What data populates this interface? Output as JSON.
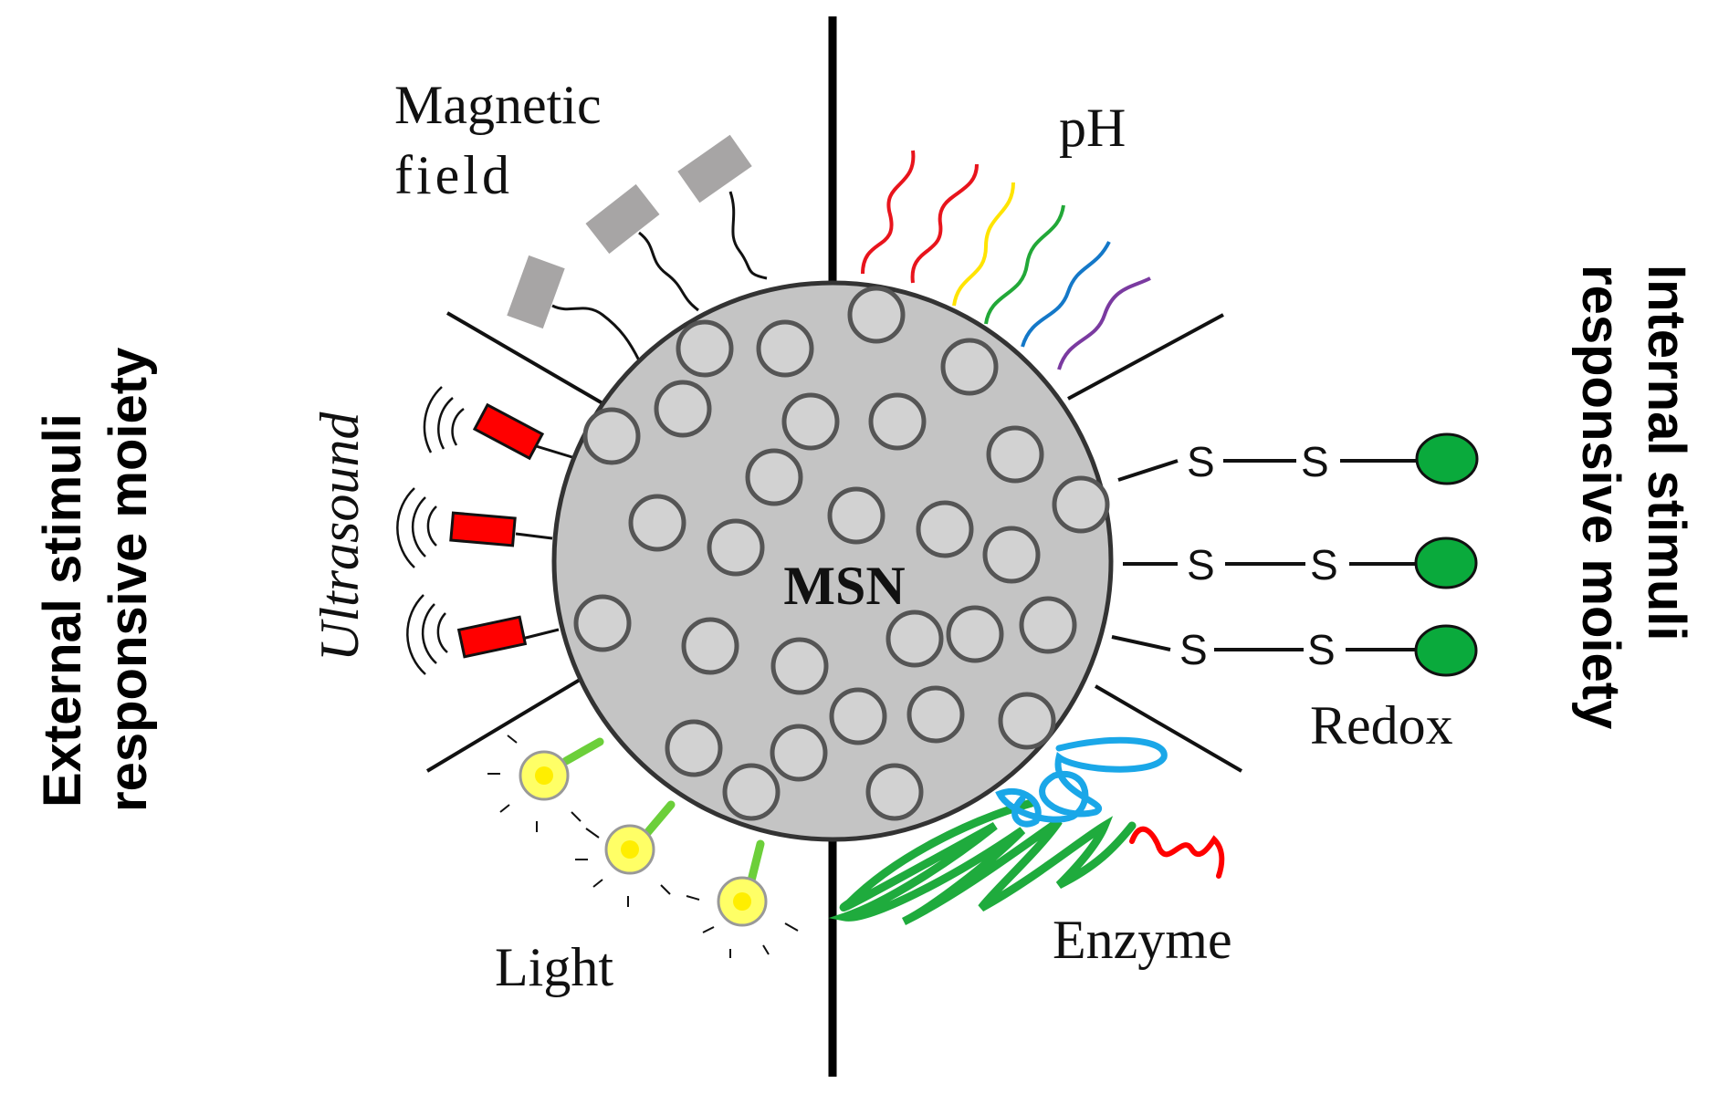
{
  "labels": {
    "magnetic_line1": "Magnetic",
    "magnetic_line2": "field",
    "ph": "pH",
    "ultrasound": "Ultrasound",
    "light": "Light",
    "enzyme": "Enzyme",
    "redox": "Redox",
    "center": "MSN",
    "external_line1": "External stimuli",
    "external_line2": "responsive moiety",
    "internal_line1": "Internal stimuli",
    "internal_line2": "responsive moiety",
    "sulfur": "S"
  },
  "colors": {
    "sphere_fill": "#c4c4c4",
    "pore_fill": "#d2d2d2",
    "pore_stroke": "#555555",
    "magnet_fill": "#a7a5a5",
    "ultrasound_red": "#ff0000",
    "light_green": "#6ccf3a",
    "light_bulb": "#ffff33",
    "redox_green": "#0aaa3c",
    "enzyme_blue": "#1aa7e8",
    "enzyme_green": "#1fab3d",
    "enzyme_red": "#ff0000",
    "ph_waves": [
      "#e8141c",
      "#e8141c",
      "#ffe400",
      "#22a838",
      "#1478c8",
      "#7a3aa0"
    ]
  },
  "icons": [
    "magnet-block-icon",
    "ultrasound-transducer-icon",
    "light-bulb-icon",
    "ph-wave-icon",
    "disulfide-linker-icon",
    "enzyme-coil-icon"
  ]
}
